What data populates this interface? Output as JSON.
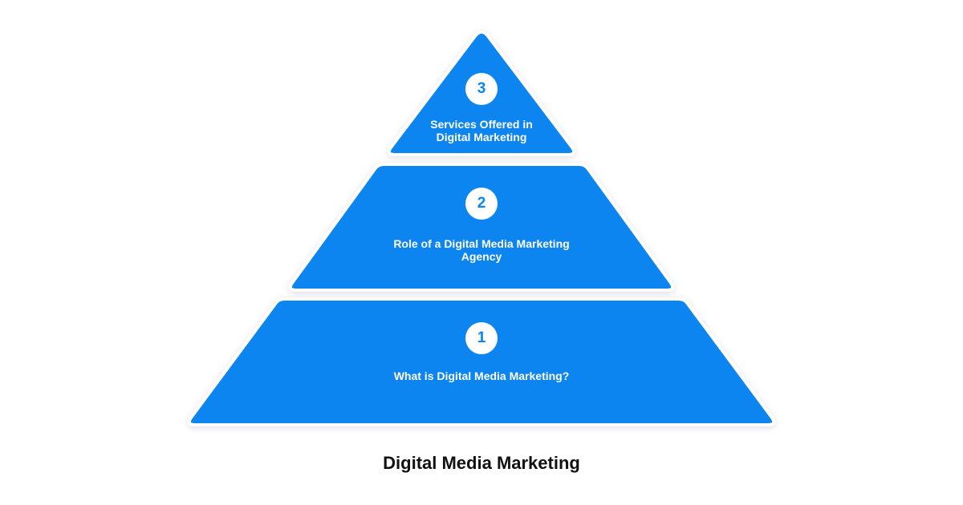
{
  "diagram": {
    "type": "pyramid",
    "title": "Digital Media Marketing",
    "fill_color": "#0a85f0",
    "badge_text_color": "#0a85f0",
    "levels": [
      {
        "number": "3",
        "label_lines": [
          "Services Offered in",
          "Digital Marketing"
        ]
      },
      {
        "number": "2",
        "label_lines": [
          "Role of a Digital Media Marketing",
          "Agency"
        ]
      },
      {
        "number": "1",
        "label_lines": [
          "What is Digital Media Marketing?"
        ]
      }
    ]
  }
}
